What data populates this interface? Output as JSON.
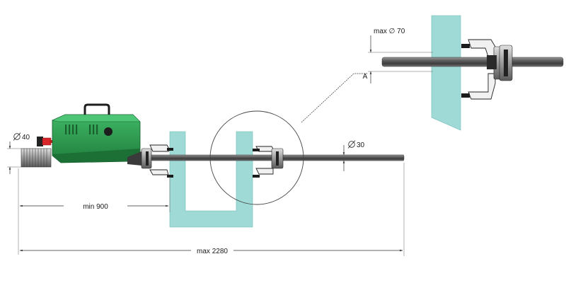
{
  "dimensions": {
    "dia_40": "40",
    "dia_30": "30",
    "dia_70": "max ∅ 70",
    "min_900": "min 900",
    "max_2280": "max 2280"
  },
  "detail_label": "A",
  "colors": {
    "motor_green": "#2e9e4f",
    "water": "#8fd3d0",
    "shaft_dark": "#4a4a4a",
    "valve_red": "#d9252a"
  },
  "icons": [
    "diameter-symbol-icon"
  ]
}
